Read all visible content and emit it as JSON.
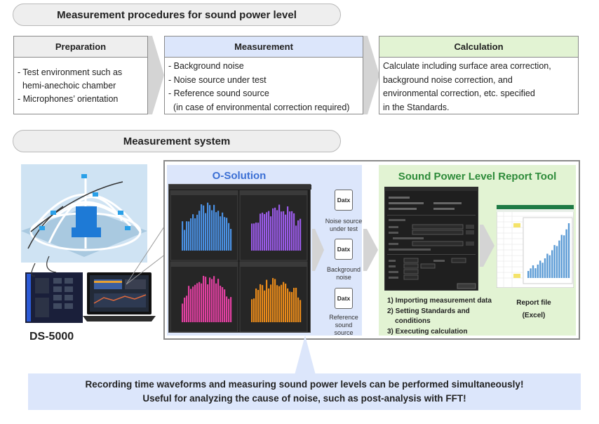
{
  "header1": "Measurement procedures for sound power level",
  "steps": [
    {
      "title": "Preparation",
      "lines": [
        "- Test environment such as",
        "  hemi-anechoic chamber",
        "- Microphones’ orientation"
      ]
    },
    {
      "title": "Measurement",
      "lines": [
        "- Background noise",
        "- Noise source under test",
        "- Reference sound source",
        "  (in case of environmental correction required)"
      ]
    },
    {
      "title": "Calculation",
      "lines": [
        "Calculate including surface area correction,",
        "background noise correction, and",
        "environmental correction, etc. specified",
        "in the Standards."
      ]
    }
  ],
  "header2": "Measurement system",
  "device_label": "DS-5000",
  "osolution": {
    "title": "O-Solution",
    "files": [
      {
        "icon": "Datx",
        "caption": [
          "Noise source",
          "under test"
        ]
      },
      {
        "icon": "Datx",
        "caption": [
          "Background",
          "noise"
        ]
      },
      {
        "icon": "Datx",
        "caption": [
          "Reference",
          "sound",
          "source"
        ]
      }
    ]
  },
  "report_tool": {
    "title": "Sound Power Level Report Tool",
    "steps": [
      "1) Importing measurement data",
      "2) Setting Standards and",
      "    conditions",
      "3) Executing calculation"
    ],
    "report_label": [
      "Report file",
      "(Excel)"
    ]
  },
  "footer": [
    "Recording time waveforms and measuring sound power levels can be performed simultaneously!",
    "Useful for analyzing the cause of noise, such as post-analysis with FFT!"
  ],
  "colors": {
    "measurement_bg": "#dce6fb",
    "calculation_bg": "#e2f3d3",
    "osolution_title": "#3b6fd4",
    "report_title": "#2e8b3a",
    "footer_bg": "#dce6fb",
    "chart_blue": "#4a90e2",
    "chart_purple": "#9a5be8",
    "chart_pink": "#e040a0",
    "chart_orange": "#e98a1a"
  },
  "icons": [
    "chevron-right-icon",
    "datx-file-icon",
    "hemi-dome-icon",
    "laptop-icon",
    "ds5000-device-icon",
    "excel-chart-icon"
  ]
}
